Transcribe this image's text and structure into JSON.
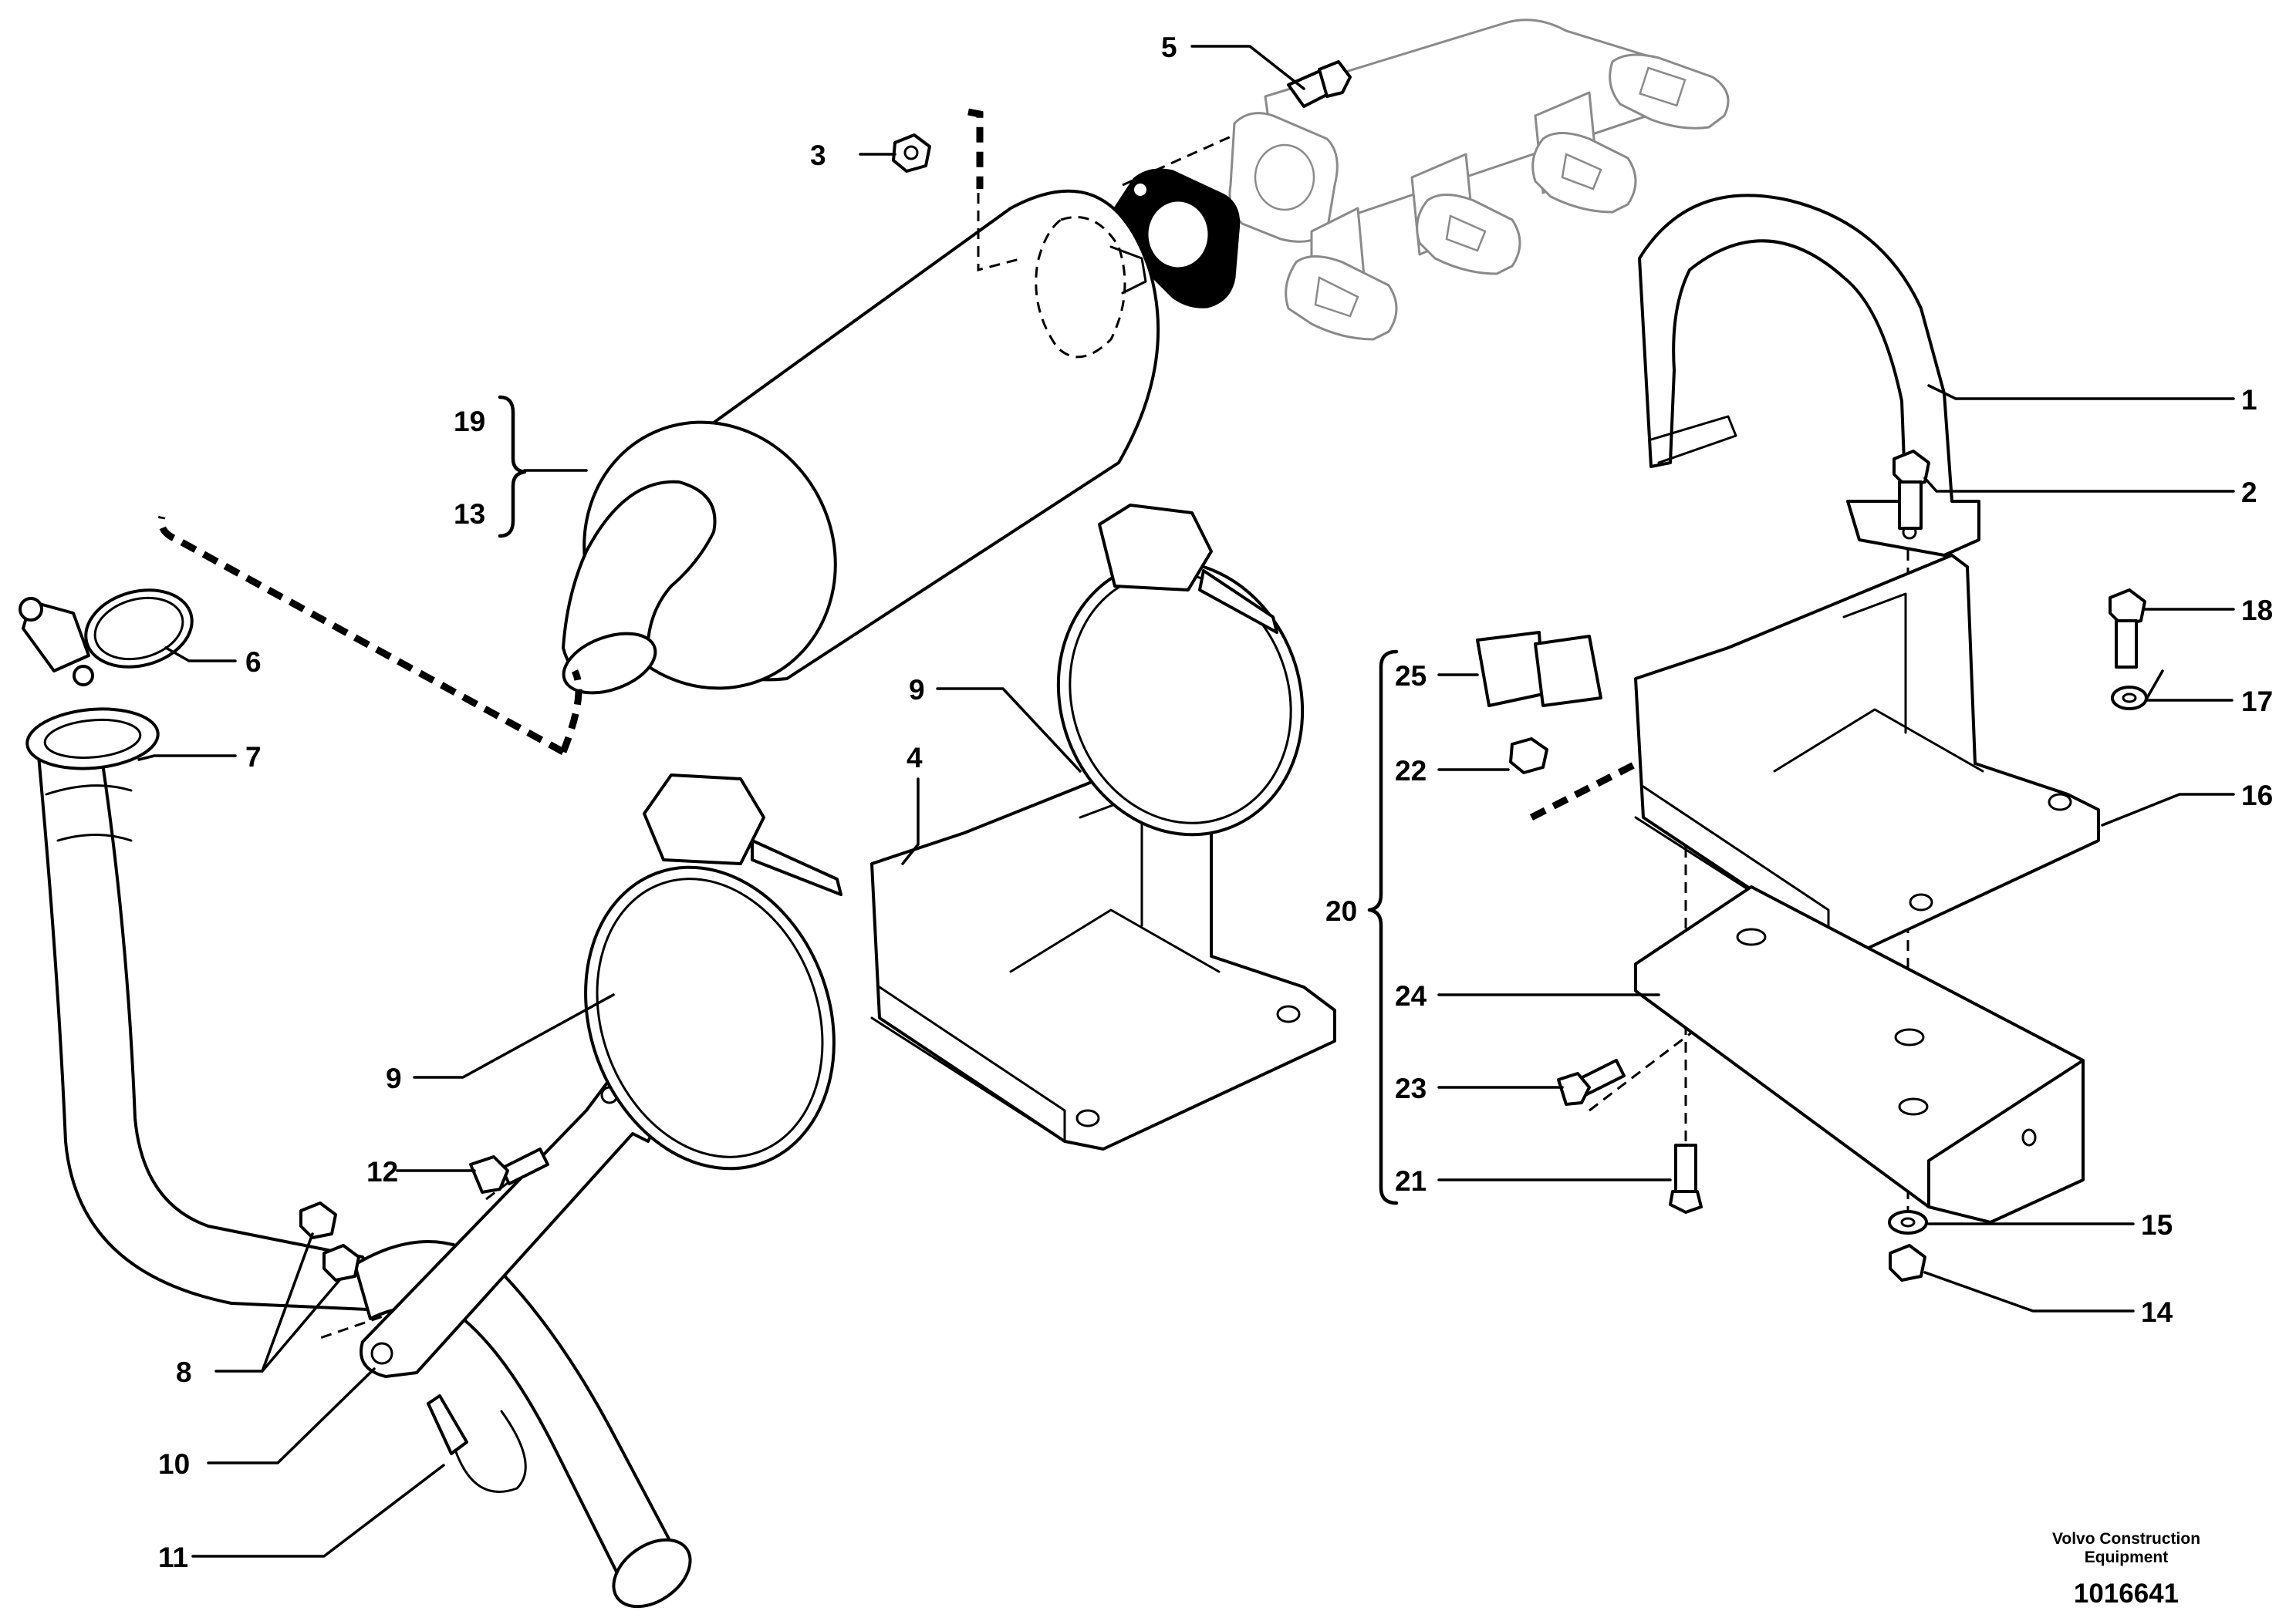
{
  "callouts": {
    "c1": "1",
    "c2": "2",
    "c3": "3",
    "c4": "4",
    "c5": "5",
    "c6": "6",
    "c7": "7",
    "c8": "8",
    "c9a": "9",
    "c9b": "9",
    "c10": "10",
    "c11": "11",
    "c12": "12",
    "c13": "13",
    "c14": "14",
    "c15": "15",
    "c16": "16",
    "c17": "17",
    "c18": "18",
    "c19": "19",
    "c20": "20",
    "c21": "21",
    "c22": "22",
    "c23": "23",
    "c24": "24",
    "c25": "25"
  },
  "credit": {
    "line1": "Volvo Construction",
    "line2": "Equipment",
    "doc_number": "1016641"
  }
}
